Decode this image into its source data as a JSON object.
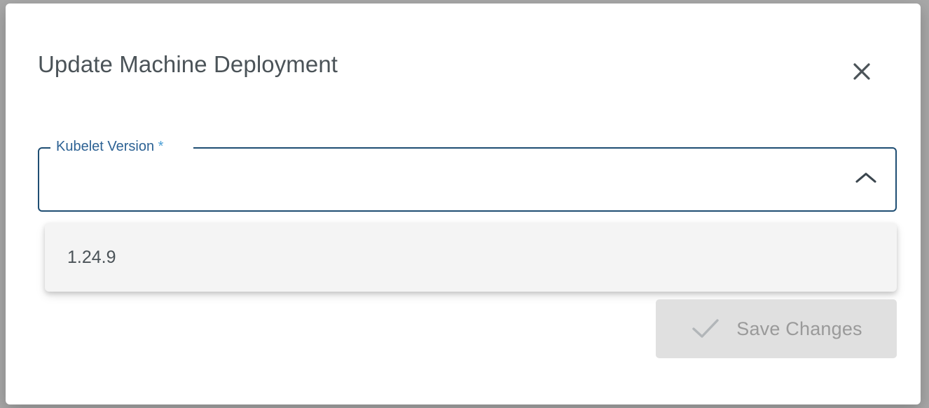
{
  "dialog": {
    "title": "Update Machine Deployment",
    "close_icon": "close-icon"
  },
  "form": {
    "kubelet_version": {
      "label": "Kubelet Version",
      "required_marker": "*",
      "value": "",
      "placeholder": "",
      "expanded": true,
      "toggle_icon": "chevron-up-icon",
      "border_color": "#1f4e73",
      "label_color": "#2d6294",
      "required_color": "#4c9fd6",
      "options": [
        "1.24.9"
      ]
    }
  },
  "footer": {
    "save": {
      "label": "Save Changes",
      "icon": "check-icon",
      "disabled": true,
      "background": "#e0e0e0",
      "text_color": "#9a9a9a"
    }
  }
}
